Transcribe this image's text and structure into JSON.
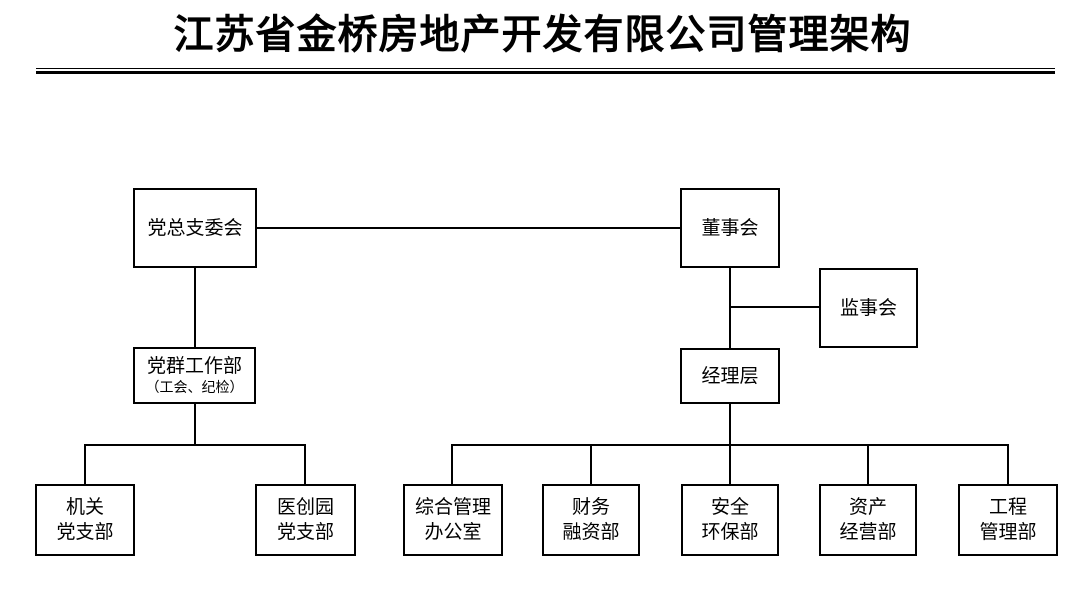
{
  "title": "江苏省金桥房地产开发有限公司管理架构",
  "colors": {
    "line": "#000000",
    "box_border": "#000000",
    "background": "#ffffff",
    "text": "#000000"
  },
  "nodes": {
    "party_committee": {
      "label": "党总支委会"
    },
    "board": {
      "label": "董事会"
    },
    "supervisory": {
      "label": "监事会"
    },
    "party_work": {
      "label": "党群工作部",
      "sublabel": "（工会、纪检）"
    },
    "management": {
      "label": "经理层"
    },
    "jiguan_branch": {
      "line1": "机关",
      "line2": "党支部"
    },
    "yichuangyuan_branch": {
      "line1": "医创园",
      "line2": "党支部"
    },
    "general_admin_office": {
      "line1": "综合管理",
      "line2": "办公室"
    },
    "finance_dept": {
      "line1": "财务",
      "line2": "融资部"
    },
    "safety_env_dept": {
      "line1": "安全",
      "line2": "环保部"
    },
    "asset_mgmt_dept": {
      "line1": "资产",
      "line2": "经营部"
    },
    "engineering_dept": {
      "line1": "工程",
      "line2": "管理部"
    }
  }
}
